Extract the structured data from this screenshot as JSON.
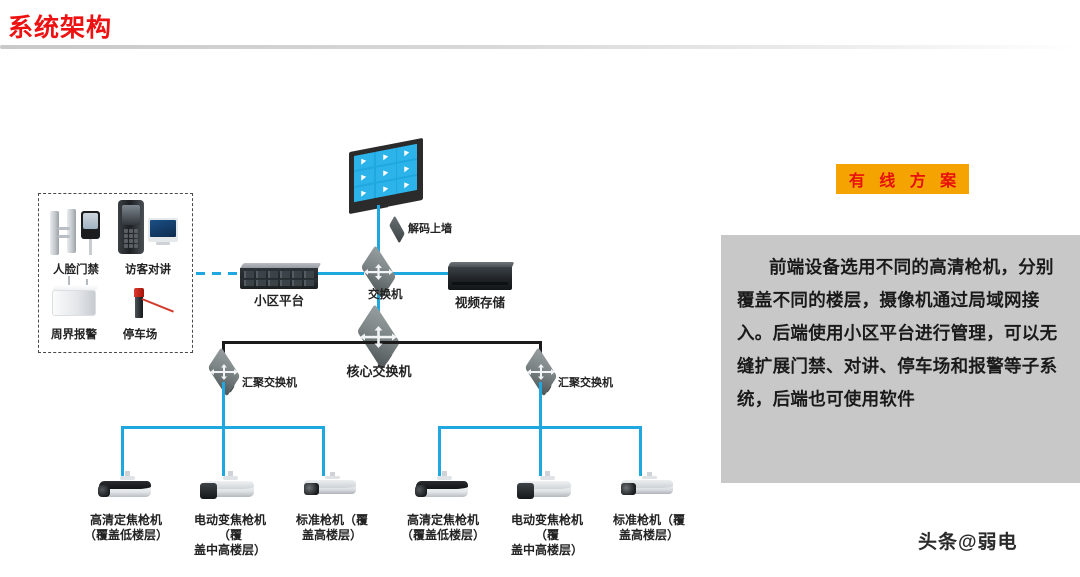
{
  "slide": {
    "title": "系统架构",
    "watermark": "头条@弱电"
  },
  "right_panel": {
    "badge": "有 线 方 案",
    "badge_bg": "#F5A300",
    "badge_color": "#E8100C",
    "description": "前端设备选用不同的高清枪机，分别覆盖不同的楼层，摄像机通过局域网接入。后端使用小区平台进行管理，可以无缝扩展门禁、对讲、停车场和报警等子系统，后端也可使用软件",
    "panel_bg": "#C8C8C8"
  },
  "diagram": {
    "link_color": "#1FA7E0",
    "trunk_color": "#1b1b1b",
    "subsystem_box": {
      "devices": [
        {
          "label": "人脸门禁",
          "icon": "face-access-gate-icon"
        },
        {
          "label": "访客对讲",
          "icon": "door-intercom-icon"
        },
        {
          "label": "周界报警",
          "icon": "perimeter-alarm-icon"
        },
        {
          "label": "停车场",
          "icon": "parking-barrier-icon"
        }
      ]
    },
    "nodes": [
      {
        "label": "解码上墙",
        "icon": "decoder-chip-icon"
      },
      {
        "label": "小区平台",
        "icon": "rack-server-icon"
      },
      {
        "label": "交换机",
        "icon": "switch-icon"
      },
      {
        "label": "视频存储",
        "icon": "nvr-storage-icon"
      },
      {
        "label": "核心交换机",
        "icon": "core-switch-icon"
      },
      {
        "label": "汇聚交换机",
        "icon": "aggregation-switch-icon"
      }
    ],
    "video_wall": {
      "name": "video-wall",
      "rows": 3,
      "cols": 3
    },
    "cameras": [
      {
        "label": "高清定焦枪机\n（覆盖低楼层）",
        "type": "fixed-focus"
      },
      {
        "label": "电动变焦枪机（覆\n盖中高楼层）",
        "type": "motorized-zoom"
      },
      {
        "label": "标准枪机（覆\n盖高楼层）",
        "type": "standard"
      },
      {
        "label": "高清定焦枪机\n（覆盖低楼层）",
        "type": "fixed-focus"
      },
      {
        "label": "电动变焦枪机（覆\n盖中高楼层）",
        "type": "motorized-zoom"
      },
      {
        "label": "标准枪机（覆\n盖高楼层）",
        "type": "standard"
      }
    ],
    "switch_labels": {
      "core": "核心交换机",
      "agg_left": "汇聚交换机",
      "agg_right": "汇聚交换机",
      "access": "交换机"
    }
  }
}
